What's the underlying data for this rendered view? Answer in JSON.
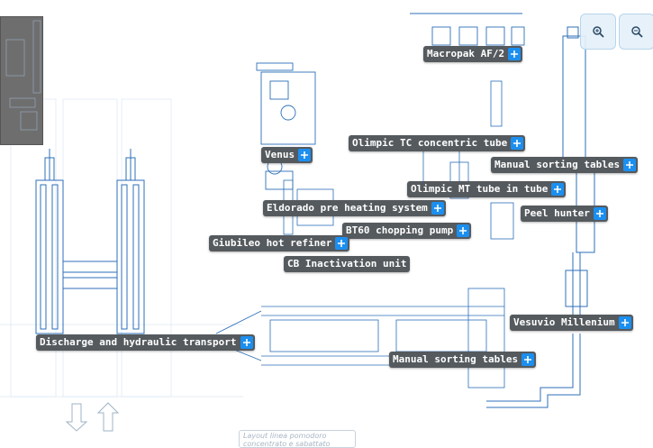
{
  "colors": {
    "line": "#2c6fb8",
    "label_bg": "#555a5e",
    "plus": "#1b8ff0",
    "minimap": "#6e6e6e"
  },
  "zoom": {
    "zoom_in_icon": "magnifier-plus",
    "zoom_out_icon": "magnifier-minus"
  },
  "labels": {
    "macropak": "Macropak AF/2",
    "olimpic_tc": "Olimpic TC concentric tube",
    "venus": "Venus",
    "manual_sorting_top": "Manual sorting tables",
    "olimpic_mt": "Olimpic MT tube in tube",
    "eldorado": "Eldorado pre heating system",
    "peel_hunter": "Peel hunter",
    "bt60": "BT60 chopping pump",
    "giubileo": "Giubileo hot refiner",
    "cb_inactivation": "CB Inactivation unit",
    "vesuvio": "Vesuvio Millenium",
    "discharge": "Discharge and hydraulic transport",
    "manual_sorting_bottom": "Manual sorting tables"
  },
  "footer_note": "Layout linea pomodoro concentrato e sabattato"
}
